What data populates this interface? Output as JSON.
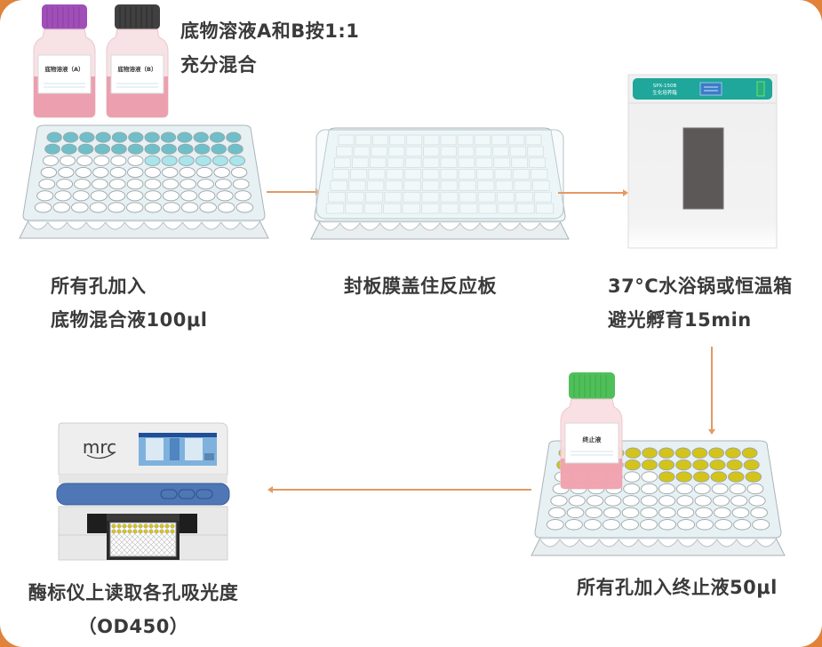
{
  "colors": {
    "background_corner": "#e0823a",
    "card": "#ffffff",
    "arrow": "#e39a62",
    "text": "#3a3a3a",
    "substrate_well": "#6fbfc9",
    "substrate_well_light": "#a9e6ec",
    "stop_well": "#d4c41a",
    "bottle_a_cap": "#a04fb8",
    "bottle_b_cap": "#3f3f3f",
    "stop_bottle_cap": "#4fbf5a",
    "incubator_panel": "#1ea79a",
    "reader_band": "#4f76b5"
  },
  "steps": [
    {
      "id": "mix",
      "lines": [
        "底物溶液A和B按1:1",
        "充分混合"
      ],
      "bottles": [
        {
          "label": "底物溶液（A）",
          "cap": "purple"
        },
        {
          "label": "底物溶液（B）",
          "cap": "black"
        }
      ]
    },
    {
      "id": "add-substrate",
      "lines": [
        "所有孔加入",
        "底物混合液100μl"
      ]
    },
    {
      "id": "seal",
      "lines": [
        "封板膜盖住反应板"
      ]
    },
    {
      "id": "incubate",
      "lines": [
        "37°C水浴锅或恒温箱",
        "避光孵育15min"
      ],
      "device": {
        "model": "SPX-150B",
        "name": "生化培养箱"
      }
    },
    {
      "id": "stop",
      "lines": [
        "所有孔加入终止液50μl"
      ],
      "bottle": {
        "label": "终止液",
        "cap": "green"
      }
    },
    {
      "id": "read",
      "lines": [
        "酶标仪上读取各孔吸光度",
        "（OD450）"
      ],
      "device": {
        "brand": "mrc"
      }
    }
  ],
  "arrows": [
    {
      "from": "add-substrate",
      "to": "seal",
      "direction": "right"
    },
    {
      "from": "seal",
      "to": "incubate",
      "direction": "right"
    },
    {
      "from": "incubate",
      "to": "stop",
      "direction": "down"
    },
    {
      "from": "stop",
      "to": "read",
      "direction": "left"
    }
  ],
  "plate": {
    "rows": 8,
    "cols": 12
  }
}
